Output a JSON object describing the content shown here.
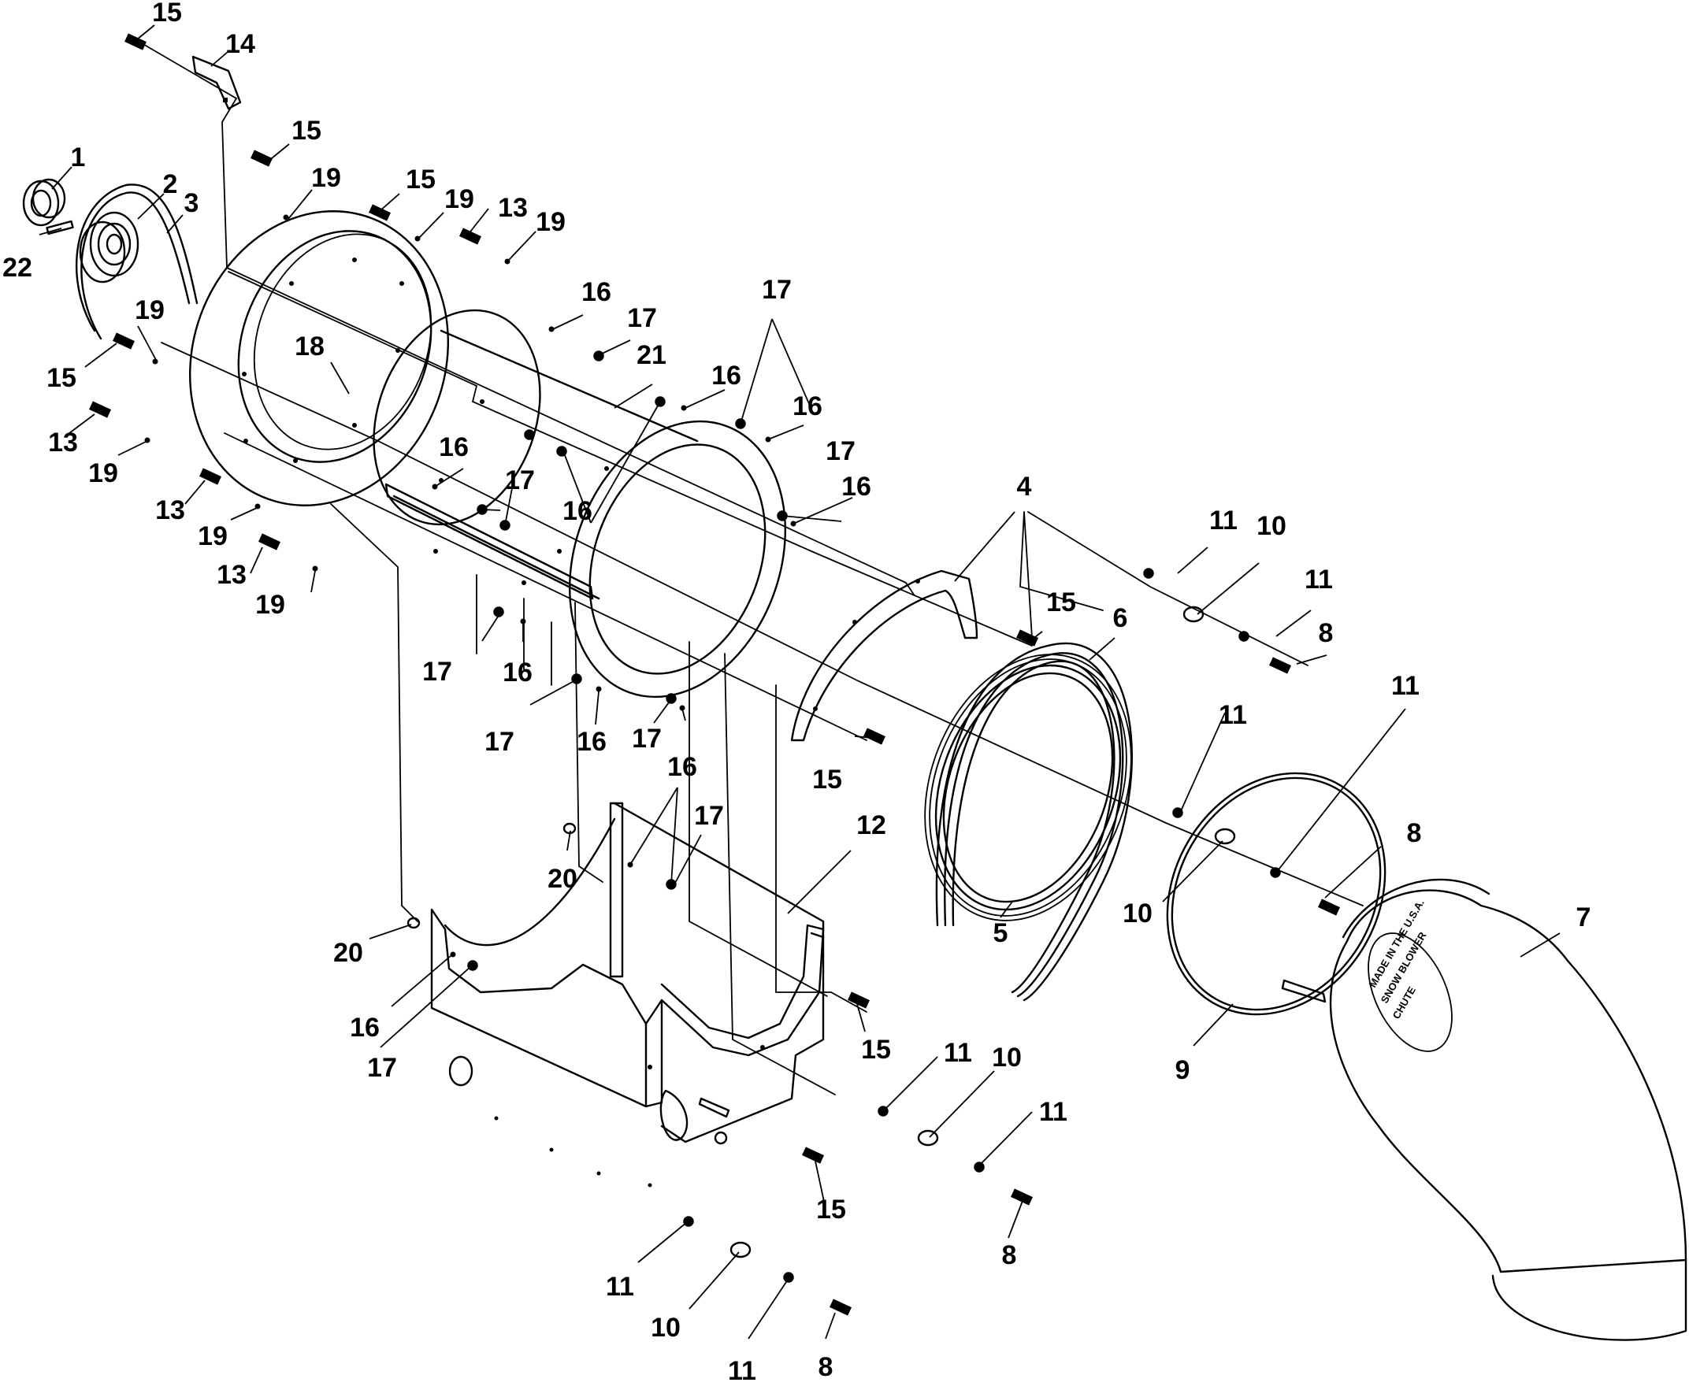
{
  "stamp_text": [
    "MADE IN THE U.S.A.",
    "SNOW BLOWER",
    "CHUTE"
  ],
  "callouts": [
    {
      "label": "15"
    },
    {
      "label": "14"
    },
    {
      "label": "15"
    },
    {
      "label": "1"
    },
    {
      "label": "2"
    },
    {
      "label": "3"
    },
    {
      "label": "22"
    },
    {
      "label": "19"
    },
    {
      "label": "15"
    },
    {
      "label": "19"
    },
    {
      "label": "13"
    },
    {
      "label": "19"
    },
    {
      "label": "19"
    },
    {
      "label": "15"
    },
    {
      "label": "18"
    },
    {
      "label": "13"
    },
    {
      "label": "19"
    },
    {
      "label": "13"
    },
    {
      "label": "19"
    },
    {
      "label": "13"
    },
    {
      "label": "19"
    },
    {
      "label": "16"
    },
    {
      "label": "17"
    },
    {
      "label": "21"
    },
    {
      "label": "17"
    },
    {
      "label": "16"
    },
    {
      "label": "16"
    },
    {
      "label": "16"
    },
    {
      "label": "17"
    },
    {
      "label": "17"
    },
    {
      "label": "16"
    },
    {
      "label": "16"
    },
    {
      "label": "4"
    },
    {
      "label": "11"
    },
    {
      "label": "10"
    },
    {
      "label": "11"
    },
    {
      "label": "15"
    },
    {
      "label": "8"
    },
    {
      "label": "6"
    },
    {
      "label": "17"
    },
    {
      "label": "16"
    },
    {
      "label": "17"
    },
    {
      "label": "16"
    },
    {
      "label": "17"
    },
    {
      "label": "15"
    },
    {
      "label": "16"
    },
    {
      "label": "17"
    },
    {
      "label": "11"
    },
    {
      "label": "11"
    },
    {
      "label": "20"
    },
    {
      "label": "12"
    },
    {
      "label": "8"
    },
    {
      "label": "10"
    },
    {
      "label": "5"
    },
    {
      "label": "7"
    },
    {
      "label": "20"
    },
    {
      "label": "16"
    },
    {
      "label": "17"
    },
    {
      "label": "9"
    },
    {
      "label": "15"
    },
    {
      "label": "11"
    },
    {
      "label": "10"
    },
    {
      "label": "11"
    },
    {
      "label": "15"
    },
    {
      "label": "8"
    },
    {
      "label": "11"
    },
    {
      "label": "10"
    },
    {
      "label": "11"
    },
    {
      "label": "8"
    }
  ]
}
